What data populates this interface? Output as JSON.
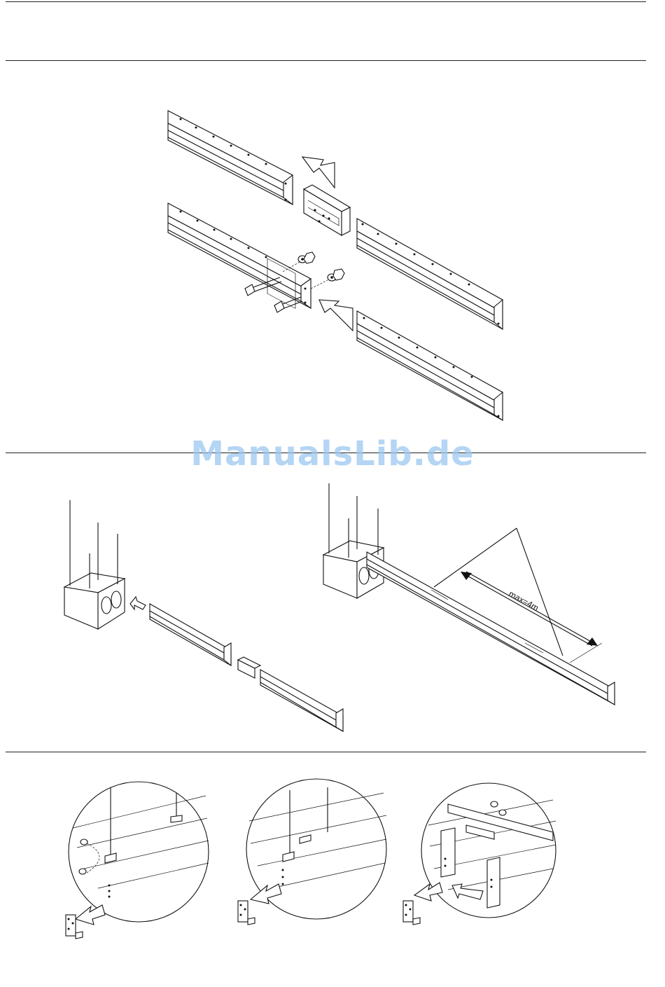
{
  "document": {
    "watermark": "ManualsLib.de",
    "dimension_label": "max=4m"
  },
  "sections": [
    {
      "name": "rail-joint-assembly"
    },
    {
      "name": "rail-suspension-installation"
    },
    {
      "name": "bracket-mounting-steps"
    }
  ]
}
